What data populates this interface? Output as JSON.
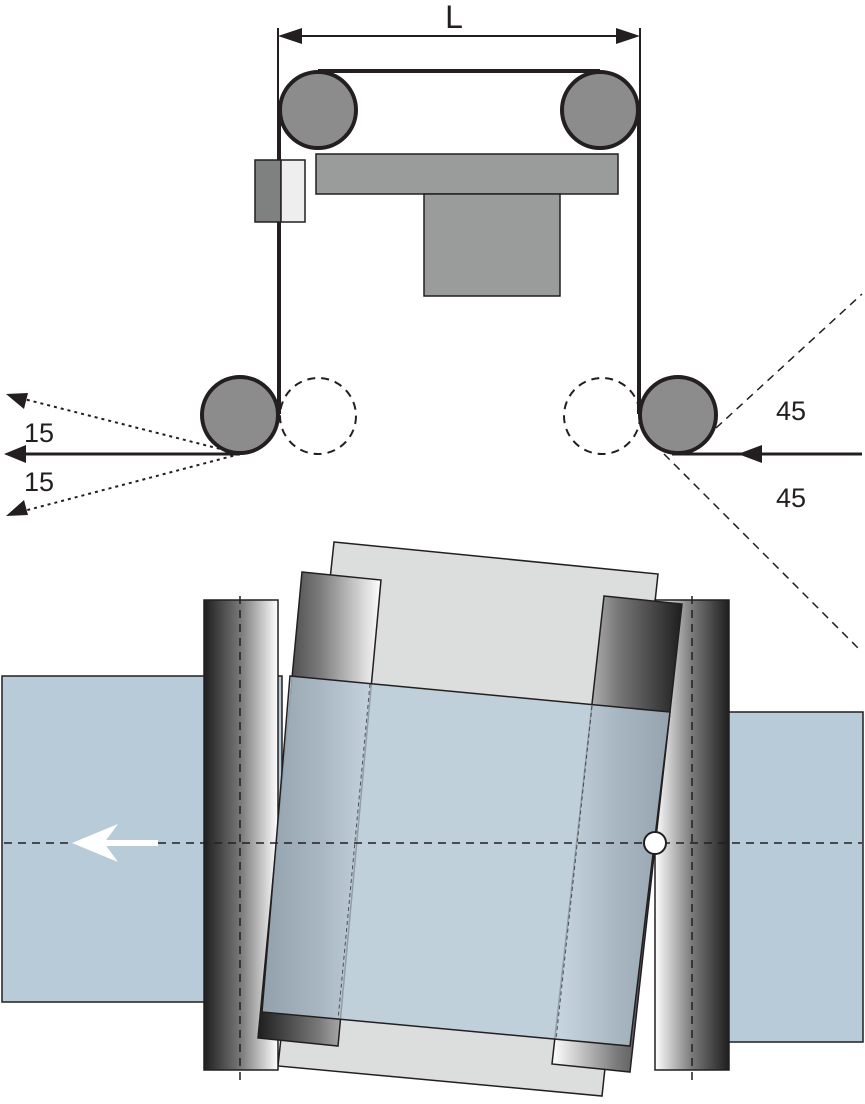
{
  "labels": {
    "span": "L",
    "left_angle_upper": "15",
    "left_angle_lower": "15",
    "right_angle_upper": "45",
    "right_angle_lower": "45"
  },
  "colors": {
    "roller_fill": "#8c8c8c",
    "plate_fill": "#9a9b9b",
    "web_fill": "#b7cbd9",
    "frame_fill": "#dcdddd",
    "line": "#231f20",
    "arrow_fill": "#ffffff"
  },
  "icons": {
    "direction": "arrow-left-icon"
  }
}
